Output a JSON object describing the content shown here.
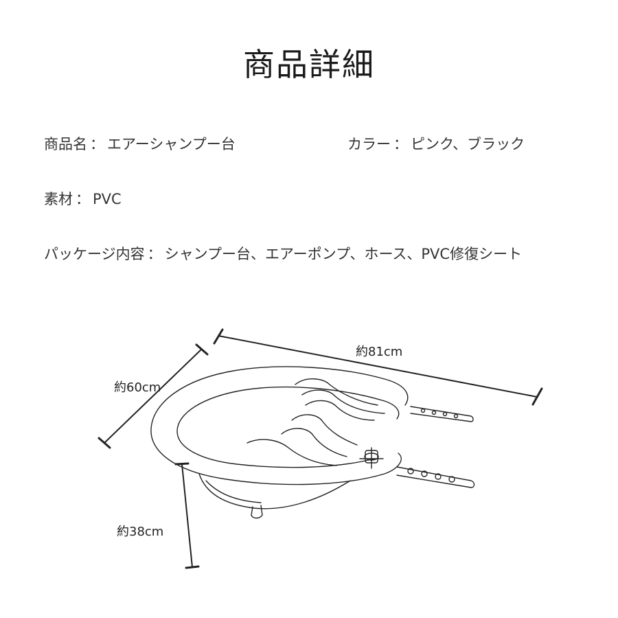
{
  "header": {
    "title": "商品詳細"
  },
  "specs": {
    "product_name": {
      "label": "商品名",
      "value": "エアーシャンプー台"
    },
    "color": {
      "label": "カラー",
      "value": "ピンク、ブラック"
    },
    "material": {
      "label": "素材",
      "value": "PVC"
    },
    "package": {
      "label": "パッケージ内容",
      "value": "シャンプー台、エアーポンプ、ホース、PVC修復シート"
    },
    "separator": "："
  },
  "dimensions": {
    "width": "約81cm",
    "depth": "約60cm",
    "height": "約38cm"
  },
  "illustration": {
    "icon": "inflatable-shampoo-basin-icon",
    "line_color": "#222222"
  }
}
